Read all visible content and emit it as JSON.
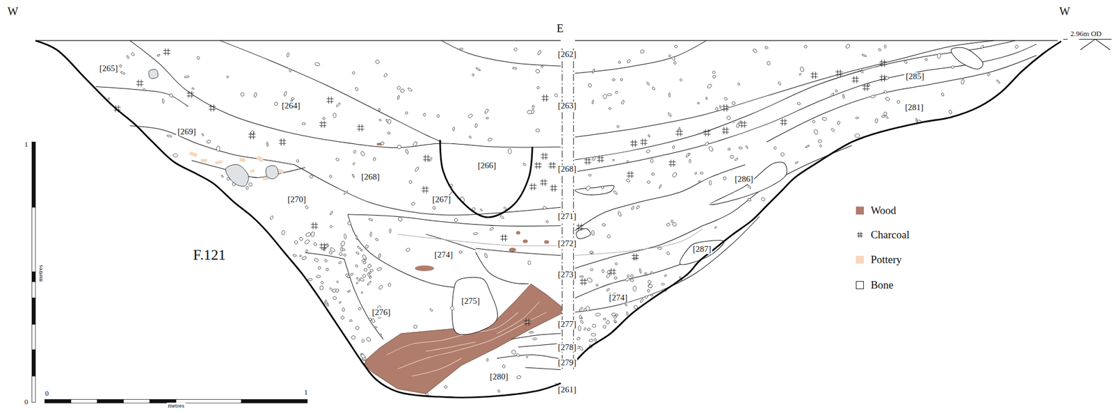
{
  "diagram": {
    "labels": [
      "W",
      "E",
      "W",
      "2.96m OD",
      "[265]",
      "[264]",
      "[269]",
      "[268]",
      "[270]",
      "[267]",
      "[266]",
      "[274]",
      "[275]",
      "[276]",
      "[280]",
      "[262]",
      "[263]",
      "[268]",
      "[271]",
      "[272]",
      "[273]",
      "[277]",
      "[278]",
      "[279]",
      "[261]",
      "[285]",
      "[281]",
      "[286]",
      "[287]",
      "[274]",
      "F.121",
      "1",
      "0",
      "metres",
      "0",
      "1",
      "metres"
    ],
    "legend": [
      {
        "text": "Wood",
        "color": "#b07c6b"
      },
      {
        "text": "Charcoal"
      },
      {
        "text": "Pottery",
        "color": "#f6d8bd"
      },
      {
        "text": "Bone"
      }
    ]
  }
}
